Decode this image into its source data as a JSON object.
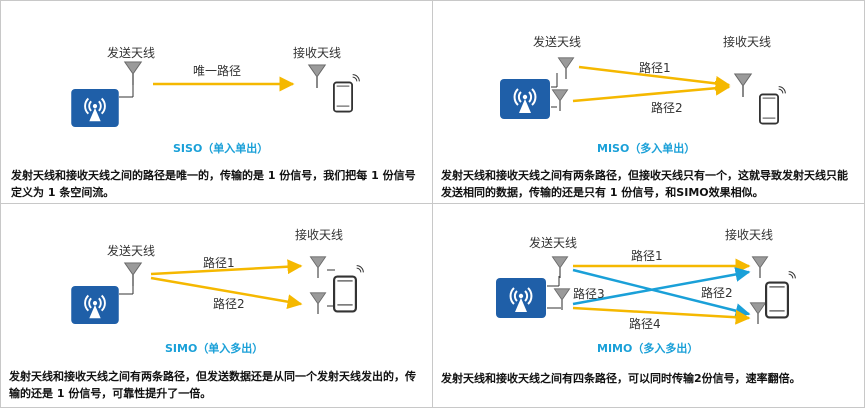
{
  "siso": {
    "tx": "发送天线",
    "rx": "接收天线",
    "path": "唯一路径",
    "title": "SISO（单入单出）",
    "desc": "发射天线和接收天线之间的路径是唯一的，传输的是 1 份信号，我们把每 1 份信号定义为 1 条空间流。"
  },
  "miso": {
    "tx": "发送天线",
    "rx": "接收天线",
    "path1": "路径1",
    "path2": "路径2",
    "title": "MISO（多入单出）",
    "desc": "发射天线和接收天线之间有两条路径，但接收天线只有一个，这就导致发射天线只能发送相同的数据，传输的还是只有 1 份信号，和SIMO效果相似。"
  },
  "simo": {
    "tx": "发送天线",
    "rx": "接收天线",
    "path1": "路径1",
    "path2": "路径2",
    "title": "SIMO（单入多出）",
    "desc": "发射天线和接收天线之间有两条路径，但发送数据还是从同一个发射天线发出的，传输的还是 1 份信号，可靠性提升了一倍。"
  },
  "mimo": {
    "tx": "发送天线",
    "rx": "接收天线",
    "path1": "路径1",
    "path2": "路径2",
    "path3": "路径3",
    "path4": "路径4",
    "title": "MIMO（多入多出）",
    "desc": "发射天线和接收天线之间有四条路径，可以同时传输2份信号，速率翻倍。"
  },
  "colors": {
    "yellow": "#f5b800",
    "blue": "#1aa0d8",
    "router": "#1f5fa8"
  }
}
